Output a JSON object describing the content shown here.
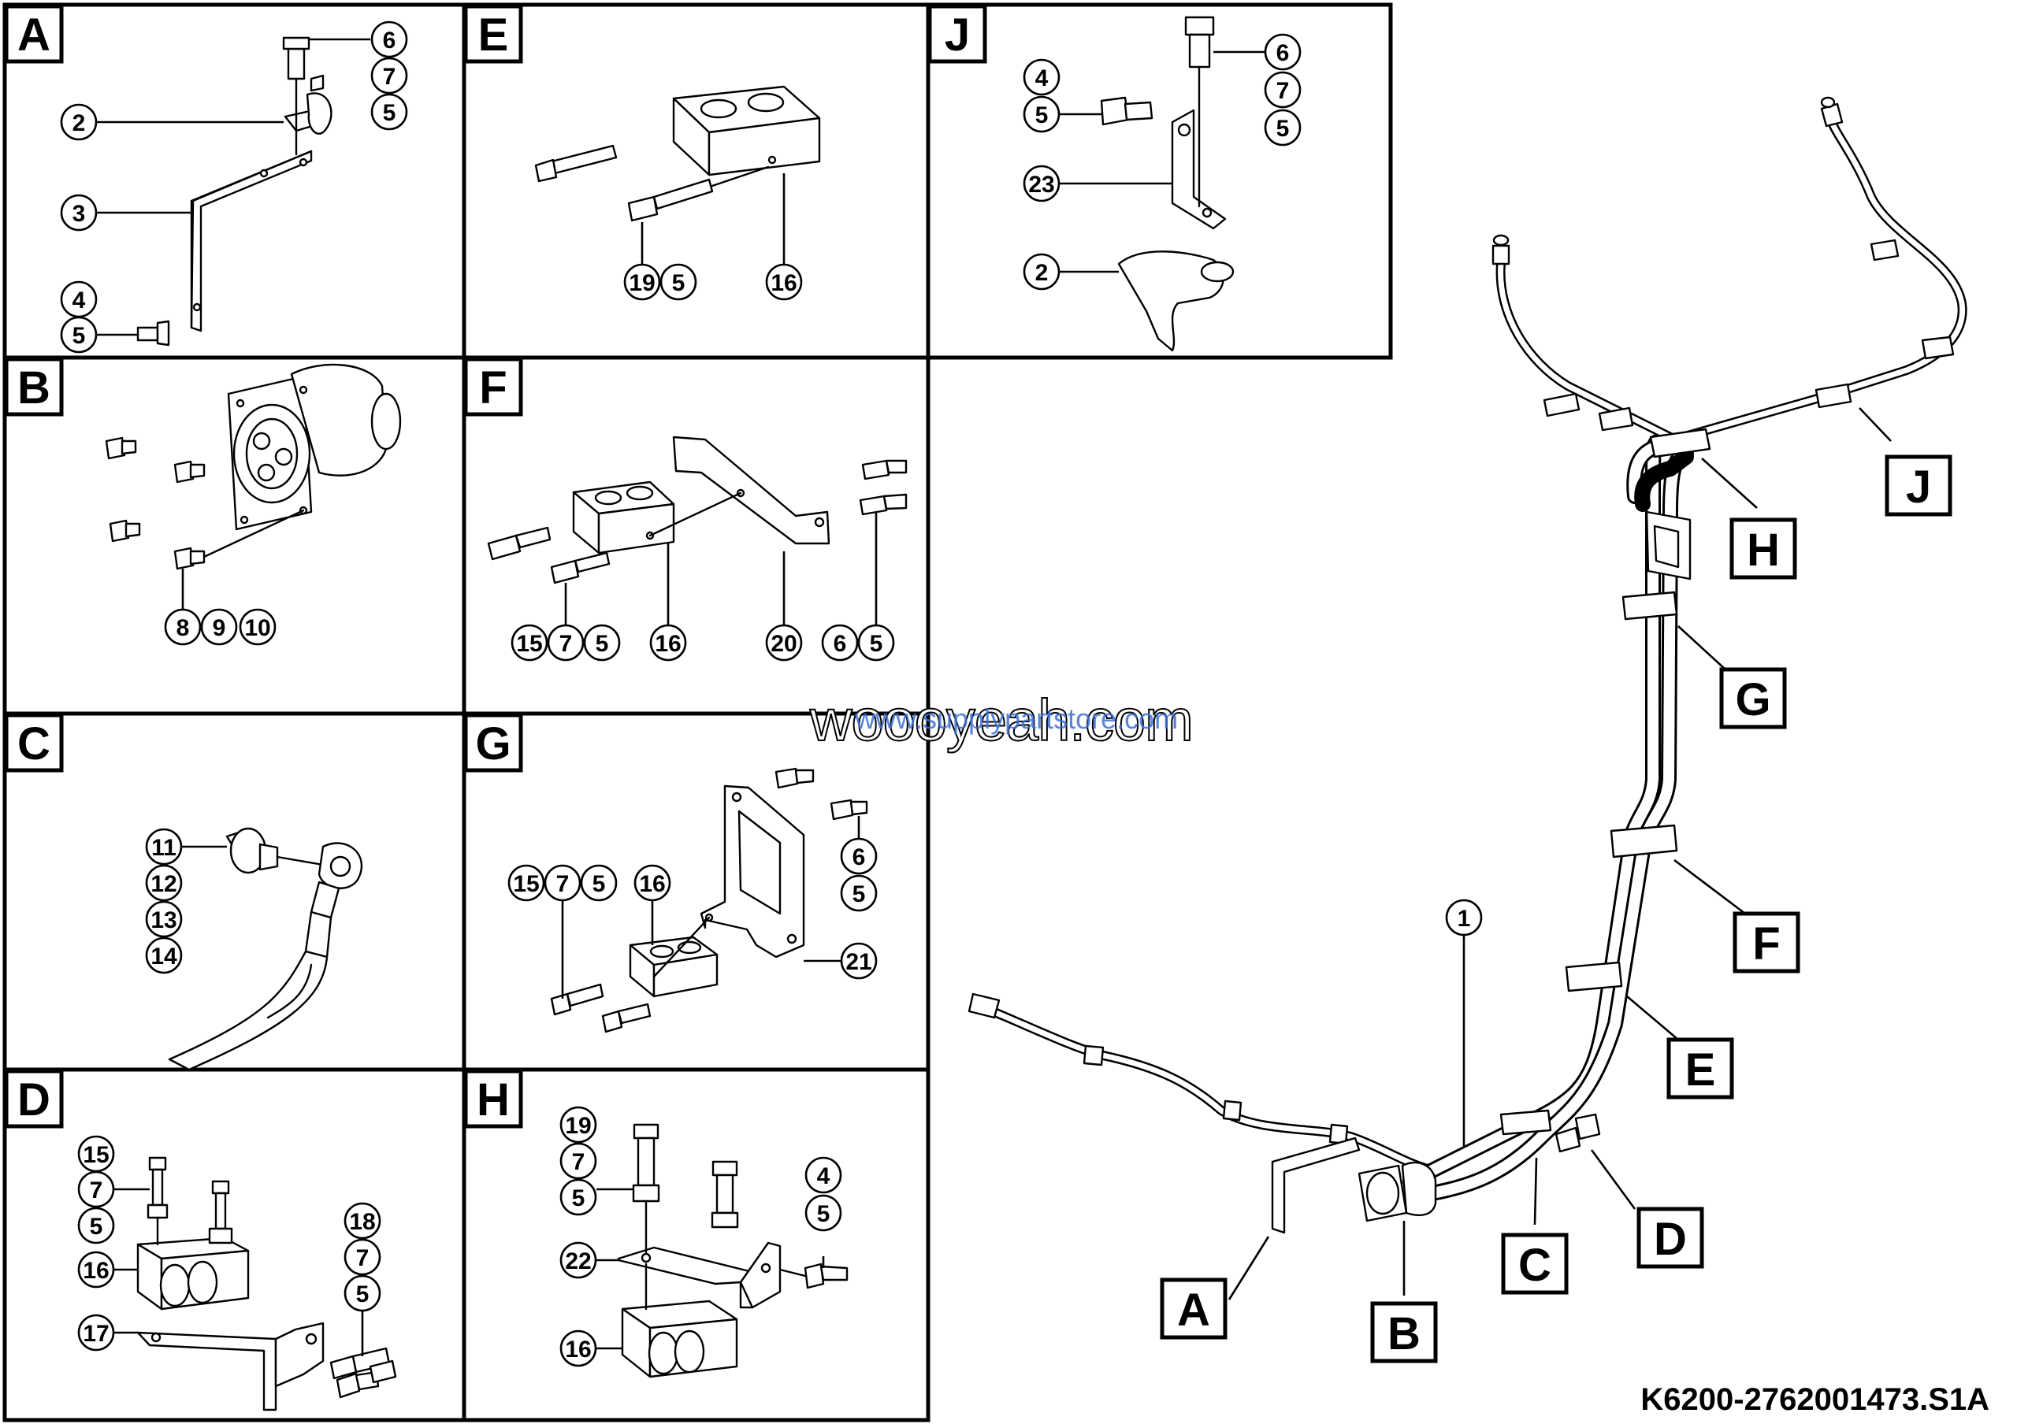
{
  "diagram": {
    "part_number": "K6200-2762001473.S1A",
    "watermark": "woooyeah.com",
    "watermark_url": "www.supplypartstore.com"
  },
  "sections": {
    "A": {
      "label": "A",
      "callouts": [
        "6",
        "7",
        "5",
        "2",
        "3",
        "4",
        "5"
      ]
    },
    "B": {
      "label": "B",
      "callouts": [
        "8",
        "9",
        "10"
      ]
    },
    "C": {
      "label": "C",
      "callouts": [
        "11",
        "12",
        "13",
        "14"
      ]
    },
    "D": {
      "label": "D",
      "callouts": [
        "15",
        "7",
        "5",
        "16",
        "17",
        "18",
        "7",
        "5"
      ]
    },
    "E": {
      "label": "E",
      "callouts": [
        "19",
        "5",
        "16"
      ]
    },
    "F": {
      "label": "F",
      "callouts": [
        "15",
        "7",
        "5",
        "16",
        "20",
        "6",
        "5"
      ]
    },
    "G": {
      "label": "G",
      "callouts": [
        "15",
        "7",
        "5",
        "16",
        "6",
        "5",
        "21"
      ]
    },
    "H": {
      "label": "H",
      "callouts": [
        "19",
        "7",
        "5",
        "4",
        "5",
        "22",
        "16"
      ]
    },
    "J": {
      "label": "J",
      "callouts": [
        "6",
        "7",
        "5",
        "4",
        "5",
        "23",
        "2"
      ]
    }
  },
  "overview": {
    "callout": "1",
    "labels": [
      "A",
      "B",
      "C",
      "D",
      "E",
      "F",
      "G",
      "H",
      "J"
    ]
  }
}
